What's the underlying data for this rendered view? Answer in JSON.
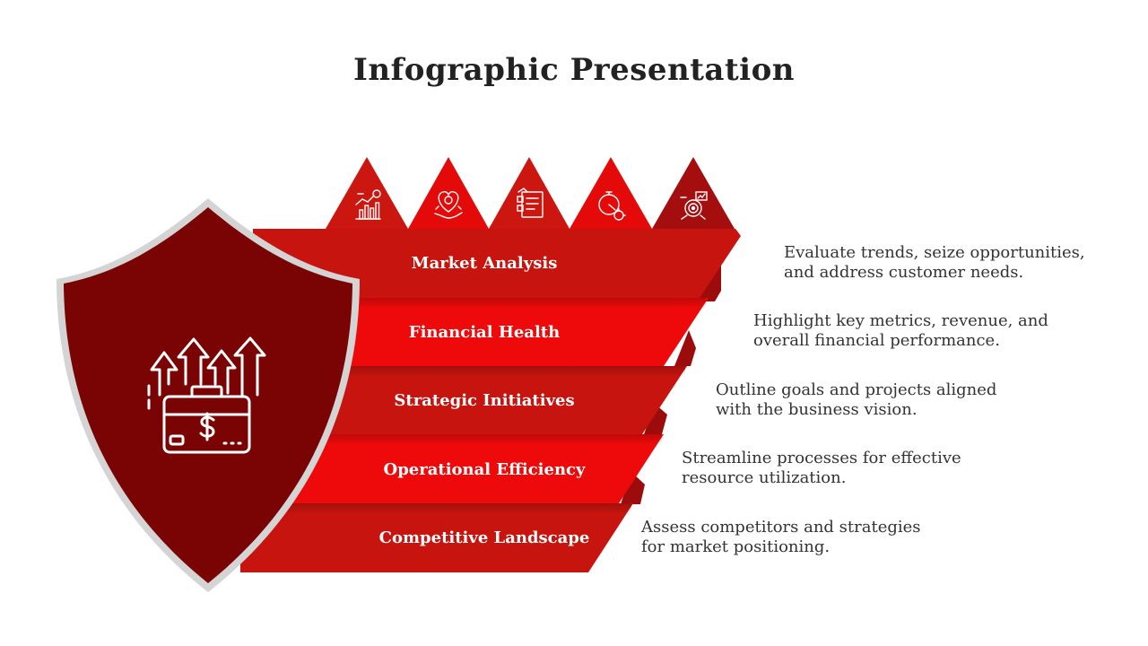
{
  "title": "Infographic Presentation",
  "colors": {
    "shield_fill": "#7a0303",
    "shield_border": "#d4d4d4",
    "band_dark": "#c8140e",
    "band_bright": "#ee0a0a",
    "fold": "#9d0c0c",
    "text_dark": "#333333"
  },
  "icons": [
    {
      "name": "growth-chart-icon",
      "color": "#cc1610"
    },
    {
      "name": "heart-money-hand-icon",
      "color": "#e50a0a"
    },
    {
      "name": "report-checklist-icon",
      "color": "#cc1610"
    },
    {
      "name": "stopwatch-gear-icon",
      "color": "#e50a0a"
    },
    {
      "name": "target-analytics-icon",
      "color": "#a50e0e"
    }
  ],
  "shield": {
    "icon": "briefcase-growth-icon"
  },
  "items": [
    {
      "label": "Market Analysis",
      "desc_line1": "Evaluate trends, seize opportunities,",
      "desc_line2": "and address customer needs."
    },
    {
      "label": "Financial Health",
      "desc_line1": "Highlight key metrics, revenue, and",
      "desc_line2": "overall financial performance."
    },
    {
      "label": "Strategic Initiatives",
      "desc_line1": "Outline goals and projects aligned",
      "desc_line2": "with the business vision."
    },
    {
      "label": "Operational Efficiency",
      "desc_line1": "Streamline processes for effective",
      "desc_line2": "resource utilization."
    },
    {
      "label": "Competitive Landscape",
      "desc_line1": "Assess competitors and strategies",
      "desc_line2": "for market positioning."
    }
  ]
}
